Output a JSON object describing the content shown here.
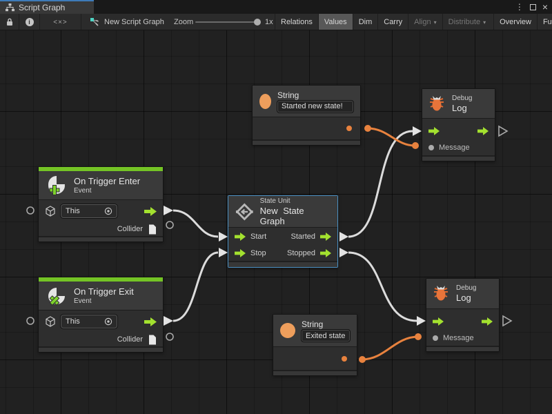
{
  "window": {
    "tab_title": "Script Graph",
    "controls": {
      "menu": "⋮",
      "close": "×"
    }
  },
  "toolbar": {
    "code_icon": "<×>",
    "graph_name": "New Script Graph",
    "zoom_label": "Zoom",
    "zoom_value": "1x",
    "caret": "▾",
    "info_glyph": "i",
    "buttons": {
      "relations": "Relations",
      "values": "Values",
      "dim": "Dim",
      "carry": "Carry",
      "align": "Align",
      "distribute": "Distribute",
      "overview": "Overview",
      "fullscreen": "Full Screen"
    }
  },
  "nodes": {
    "string_top": {
      "title": "String",
      "value": "Started new state!"
    },
    "debug_top": {
      "category": "Debug",
      "title": "Log",
      "message": "Message"
    },
    "trigger_enter": {
      "title": "On Trigger Enter",
      "subtitle": "Event",
      "target": "This",
      "output_label": "Collider"
    },
    "state_unit": {
      "category": "State Unit",
      "title": "New State Graph",
      "in1": "Start",
      "in2": "Stop",
      "out1": "Started",
      "out2": "Stopped"
    },
    "trigger_exit": {
      "title": "On Trigger Exit",
      "subtitle": "Event",
      "target": "This",
      "output_label": "Collider"
    },
    "string_bottom": {
      "title": "String",
      "value": "Exited state"
    },
    "debug_bottom": {
      "category": "Debug",
      "title": "Log",
      "message": "Message"
    }
  },
  "colors": {
    "flow_green": "#A3E12F",
    "value_orange": "#E8823E",
    "selection_blue": "#4A8FC2",
    "event_bar_green": "#74C425",
    "accent_teal": "#4ED4C4",
    "tab_accent_blue": "#3E7BB8",
    "wire_white": "#DCDCDC"
  }
}
